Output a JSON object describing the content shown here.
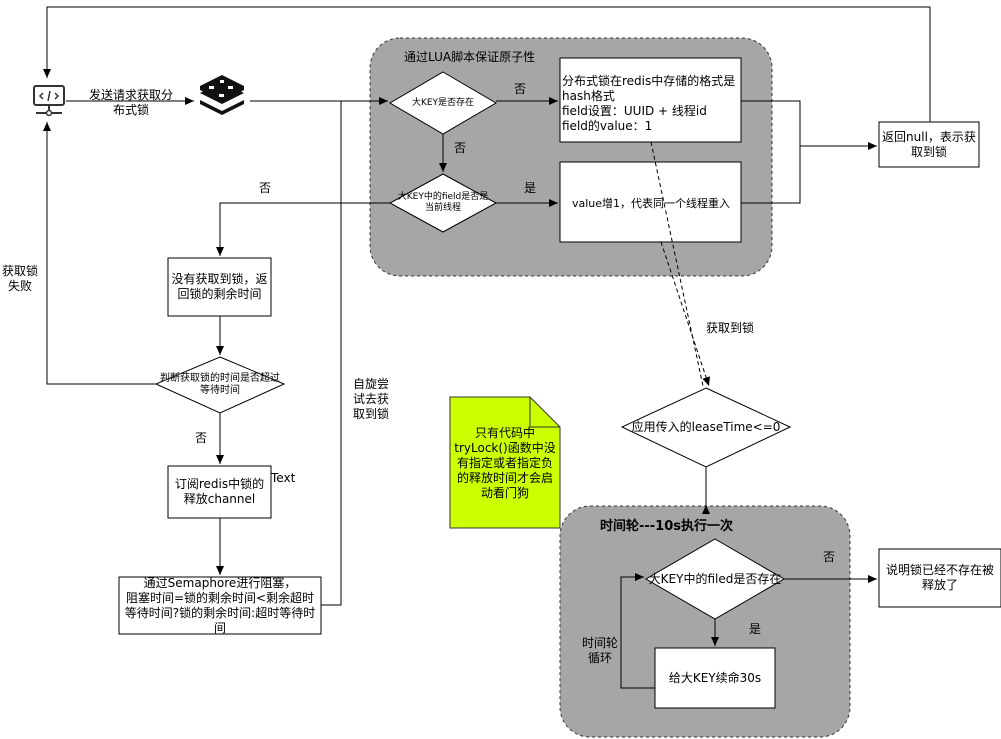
{
  "group_lua": {
    "title": "通过LUA脚本保证原子性"
  },
  "group_wheel": {
    "title": "时间轮---10s执行一次"
  },
  "client": {
    "icon": "code-monitor-icon",
    "request_label": "发送请求获取分布式锁"
  },
  "redis": {
    "icon": "redis-logo-icon"
  },
  "nodes": {
    "key_exists": "大KEY是否存在",
    "hash_format": "分布式锁在redis中存储的格式是hash格式\nfield设置：UUID + 线程id\nfield的value：1",
    "field_is_current": "大KEY中的field是否是当前线程",
    "value_incr": "value增1，代表同一个线程重入",
    "return_null": "返回null，表示获取到锁",
    "no_lock": "没有获取到锁，返回锁的剩余时间",
    "timeout_check": "判断获取锁的时间是否超过等待时间",
    "subscribe": "订阅redis中锁的释放channel",
    "semaphore": "通过Semaphore进行阻塞，\n阻塞时间=锁的剩余时间<剩余超时等待时间?锁的剩余时间:超时等待时间",
    "lease_time": "应用传入的leaseTime<=0",
    "filed_exists": "大KEY中的filed是否存在",
    "renew": "给大KEY续命30s",
    "released": "说明锁已经不存在被释放了",
    "note": "只有代码中tryLock()函数中没有指定或者指定负的释放时间才会启动看门狗"
  },
  "labels": {
    "no_1": "否",
    "no_2": "否",
    "yes_1": "是",
    "no_3": "否",
    "no_4": "否",
    "fail": "获取锁失败",
    "spin": "自旋尝试去获取到锁",
    "got_lock": "获取到锁",
    "text": "Text",
    "no_5": "否",
    "yes_2": "是",
    "wheel_loop": "时间轮循环"
  },
  "colors": {
    "group_fill": "#a6a6a6",
    "note_fill": "#ccff00",
    "line": "#000000"
  }
}
